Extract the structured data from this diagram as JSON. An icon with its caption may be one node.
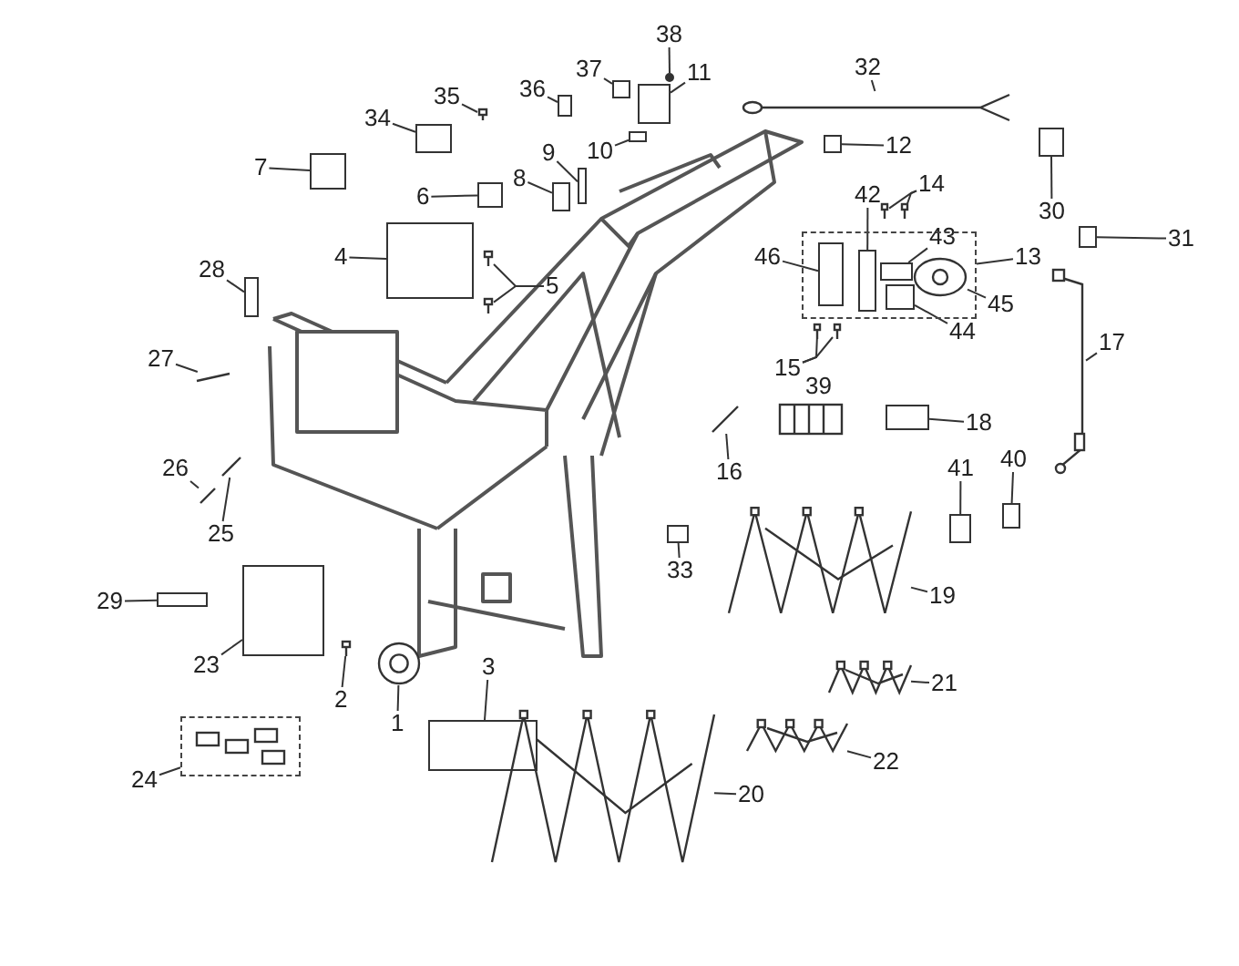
{
  "diagram": {
    "nodes": [
      {
        "text": [
          "1"
        ]
      },
      {
        "text": [
          "2"
        ]
      },
      {
        "text": [
          "3"
        ]
      },
      {
        "text": [
          "4"
        ]
      },
      {
        "text": [
          "5"
        ]
      },
      {
        "text": [
          "6"
        ]
      },
      {
        "text": [
          "7"
        ]
      },
      {
        "text": [
          "8"
        ]
      },
      {
        "text": [
          "9"
        ]
      },
      {
        "text": [
          "10"
        ]
      },
      {
        "text": [
          "11"
        ]
      },
      {
        "text": [
          "12"
        ]
      },
      {
        "text": [
          "13"
        ]
      },
      {
        "text": [
          "14"
        ]
      },
      {
        "text": [
          "15"
        ]
      },
      {
        "text": [
          "16"
        ]
      },
      {
        "text": [
          "17"
        ]
      },
      {
        "text": [
          "18"
        ]
      },
      {
        "text": [
          "19"
        ]
      },
      {
        "text": [
          "20"
        ]
      },
      {
        "text": [
          "21"
        ]
      },
      {
        "text": [
          "22"
        ]
      },
      {
        "text": [
          "23"
        ]
      },
      {
        "text": [
          "24"
        ]
      },
      {
        "text": [
          "25"
        ]
      },
      {
        "text": [
          "26"
        ]
      },
      {
        "text": [
          "27"
        ]
      },
      {
        "text": [
          "28"
        ]
      },
      {
        "text": [
          "29"
        ]
      },
      {
        "text": [
          "30"
        ]
      },
      {
        "text": [
          "31"
        ]
      },
      {
        "text": [
          "32"
        ]
      },
      {
        "text": [
          "33"
        ]
      },
      {
        "text": [
          "34"
        ]
      },
      {
        "text": [
          "35"
        ]
      },
      {
        "text": [
          "36"
        ]
      },
      {
        "text": [
          "37"
        ]
      },
      {
        "text": [
          "38"
        ]
      },
      {
        "text": [
          "40"
        ]
      },
      {
        "text": [
          "41"
        ]
      },
      {
        "text": [
          "42"
        ]
      },
      {
        "text": [
          "43"
        ]
      },
      {
        "text": [
          "44"
        ]
      },
      {
        "text": [
          "45"
        ]
      },
      {
        "text": [
          "46"
        ]
      },
      {
        "text": [],
        "shape": "box"
      },
      {
        "text": [],
        "shape": "box"
      },
      {
        "text": [],
        "shape": "picture"
      },
      {
        "text": [],
        "shape": "picture"
      },
      {
        "text": [],
        "shape": "box"
      },
      {
        "text": [],
        "shape": "box"
      },
      {
        "text": [],
        "shape": "picture"
      },
      {
        "text": [],
        "shape": "picture"
      },
      {
        "text": [],
        "shape": "box"
      },
      {
        "text": [],
        "shape": "box"
      },
      {
        "text": [],
        "shape": "box"
      },
      {
        "text": [],
        "shape": "box"
      },
      {
        "text": [],
        "shape": "box"
      },
      {
        "text": [],
        "shape": "box"
      },
      {
        "text": [],
        "shape": "box"
      },
      {
        "text": [],
        "shape": "picture"
      },
      {
        "text": [],
        "shape": "picture"
      },
      {
        "text": [],
        "shape": "picture"
      },
      {
        "text": [],
        "shape": "picture"
      },
      {
        "text": [],
        "shape": "picture"
      },
      {
        "text": [],
        "shape": "picture"
      },
      {
        "text": [],
        "shape": "box"
      },
      {
        "text": [],
        "shape": "picture"
      },
      {
        "text": [],
        "shape": "picture"
      },
      {
        "text": [],
        "shape": "picture"
      },
      {
        "text": [],
        "shape": "picture"
      },
      {
        "text": [],
        "shape": "box"
      },
      {
        "text": [],
        "shape": "picture"
      },
      {
        "text": [],
        "shape": "picture"
      },
      {
        "text": [],
        "shape": "picture"
      },
      {
        "text": [],
        "shape": "box"
      },
      {
        "text": [],
        "shape": "box"
      },
      {
        "text": [],
        "shape": "box"
      },
      {
        "text": [],
        "shape": "box"
      },
      {
        "text": [],
        "shape": "cable"
      },
      {
        "text": [],
        "shape": "box"
      },
      {
        "text": [],
        "shape": "box"
      },
      {
        "text": [],
        "shape": "picture"
      },
      {
        "text": [],
        "shape": "box"
      },
      {
        "text": [],
        "shape": "box"
      },
      {
        "text": [],
        "shape": "circle"
      },
      {
        "text": [],
        "shape": "box"
      },
      {
        "text": [],
        "shape": "box"
      },
      {
        "text": [],
        "shape": "box",
        "in": 45
      },
      {
        "text": [],
        "shape": "box",
        "in": 45
      },
      {
        "text": [],
        "shape": "box",
        "in": 45
      },
      {
        "text": [],
        "shape": "picture",
        "in": 45
      },
      {
        "text": [],
        "shape": "box",
        "in": 45
      }
    ],
    "edges": [
      {
        "from": 0,
        "to": 47,
        "arrow": "none"
      },
      {
        "from": 1,
        "to": 48,
        "arrow": "none"
      },
      {
        "from": 2,
        "to": 49,
        "arrow": "none"
      },
      {
        "from": 3,
        "to": 50,
        "arrow": "none"
      },
      {
        "from": 4,
        "to": 51,
        "arrow": "none"
      },
      {
        "from": 4,
        "to": 52,
        "arrow": "none"
      },
      {
        "from": 5,
        "to": 53,
        "arrow": "none"
      },
      {
        "from": 6,
        "to": 54,
        "arrow": "none"
      },
      {
        "from": 7,
        "to": 55,
        "arrow": "none"
      },
      {
        "from": 8,
        "to": 56,
        "arrow": "none"
      },
      {
        "from": 9,
        "to": 57,
        "arrow": "none"
      },
      {
        "from": 10,
        "to": 58,
        "arrow": "none"
      },
      {
        "from": 11,
        "to": 59,
        "arrow": "none"
      },
      {
        "from": 12,
        "to": 45,
        "arrow": "none"
      },
      {
        "from": 13,
        "to": 60,
        "arrow": "none"
      },
      {
        "from": 13,
        "to": 61,
        "arrow": "none"
      },
      {
        "from": 14,
        "to": 62,
        "arrow": "none"
      },
      {
        "from": 14,
        "to": 63,
        "arrow": "none"
      },
      {
        "from": 15,
        "to": 64,
        "arrow": "none"
      },
      {
        "from": 16,
        "to": 65,
        "arrow": "none"
      },
      {
        "from": 17,
        "to": 66,
        "arrow": "none"
      },
      {
        "from": 18,
        "to": 67,
        "arrow": "none"
      },
      {
        "from": 19,
        "to": 68,
        "arrow": "none"
      },
      {
        "from": 20,
        "to": 69,
        "arrow": "none"
      },
      {
        "from": 21,
        "to": 70,
        "arrow": "none"
      },
      {
        "from": 22,
        "to": 71,
        "arrow": "none"
      },
      {
        "from": 23,
        "to": 46,
        "arrow": "none"
      },
      {
        "from": 24,
        "to": 72,
        "arrow": "none"
      },
      {
        "from": 25,
        "to": 73,
        "arrow": "none"
      },
      {
        "from": 26,
        "to": 74,
        "arrow": "none"
      },
      {
        "from": 27,
        "to": 75,
        "arrow": "none"
      },
      {
        "from": 28,
        "to": 76,
        "arrow": "none"
      },
      {
        "from": 29,
        "to": 77,
        "arrow": "none"
      },
      {
        "from": 30,
        "to": 78,
        "arrow": "none"
      },
      {
        "from": 31,
        "to": 79,
        "arrow": "none"
      },
      {
        "from": 32,
        "to": 80,
        "arrow": "none"
      },
      {
        "from": 33,
        "to": 81,
        "arrow": "none"
      },
      {
        "from": 34,
        "to": 82,
        "arrow": "none"
      },
      {
        "from": 35,
        "to": 83,
        "arrow": "none"
      },
      {
        "from": 36,
        "to": 84,
        "arrow": "none"
      },
      {
        "from": 37,
        "to": 85,
        "arrow": "none"
      },
      {
        "from": 38,
        "to": 86,
        "arrow": "none"
      },
      {
        "from": 39,
        "to": 87,
        "arrow": "none"
      },
      {
        "from": 40,
        "to": 88,
        "arrow": "none"
      },
      {
        "from": 41,
        "to": 89,
        "arrow": "none"
      },
      {
        "from": 42,
        "to": 90,
        "arrow": "none"
      },
      {
        "from": 43,
        "to": 91,
        "arrow": "none"
      },
      {
        "from": 44,
        "to": 92,
        "arrow": "none"
      }
    ],
    "labels": [
      "39"
    ]
  }
}
